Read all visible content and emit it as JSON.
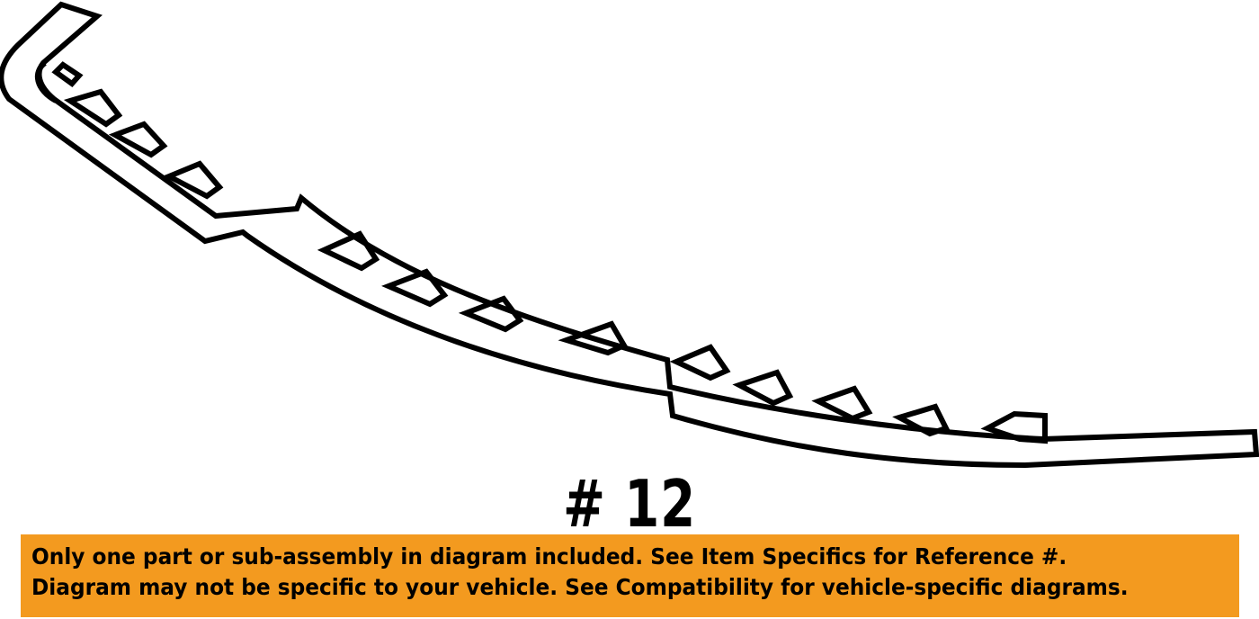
{
  "diagram": {
    "part_label": "# 12"
  },
  "disclaimer": {
    "line1": "Only one part or sub-assembly in diagram included. See Item Specifics for Reference #.",
    "line2": "Diagram may not be specific to your vehicle. See Compatibility for vehicle-specific diagrams.",
    "background_color": "#f39a1f"
  }
}
